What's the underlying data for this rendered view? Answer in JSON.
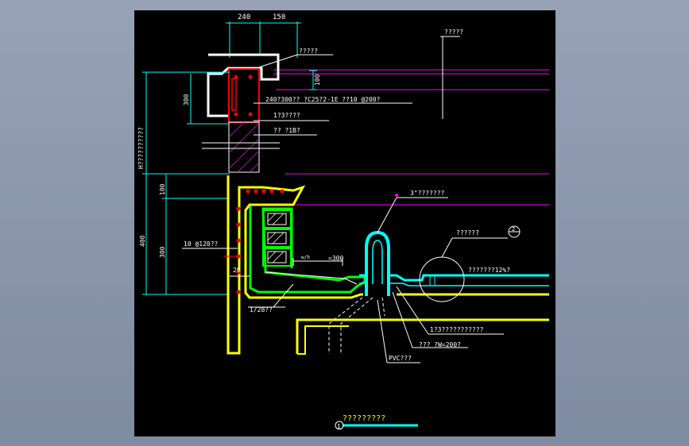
{
  "drawing": {
    "dims": {
      "d240": "240",
      "d150": "150",
      "d300_top": "300",
      "d100_top": "100",
      "height_h": "H??????????",
      "d400": "400",
      "d100_mid": "100",
      "d300_mid": "300",
      "d20": "20",
      "d300_hor": "=300"
    },
    "labels": {
      "top_right": "?????",
      "top_note": "?????",
      "rebar_line": "240?300??  ?C25?2-1E    ??10   @200?",
      "mortar_1": "1?3????",
      "mortar_2": "??  ?1B?",
      "note_3": "3\"???????",
      "detail_ref": "??????",
      "detail_num": "2",
      "slope": "???????12%?",
      "rebar_left": "10   @120??",
      "ratio": "1/28??",
      "wh": "w/h",
      "mortar_3": "1?3???????????",
      "width_w": "???  ?W=200?",
      "pvc": "PVC???"
    },
    "title": {
      "text": "?????????",
      "number": "1"
    },
    "colors": {
      "background": "#000000",
      "white": "#ffffff",
      "magenta": "#ff00ff",
      "cyan": "#00ffff",
      "yellow": "#ffff00",
      "green": "#00ff00",
      "red": "#ff0000",
      "frame": "#8c97ad"
    }
  }
}
